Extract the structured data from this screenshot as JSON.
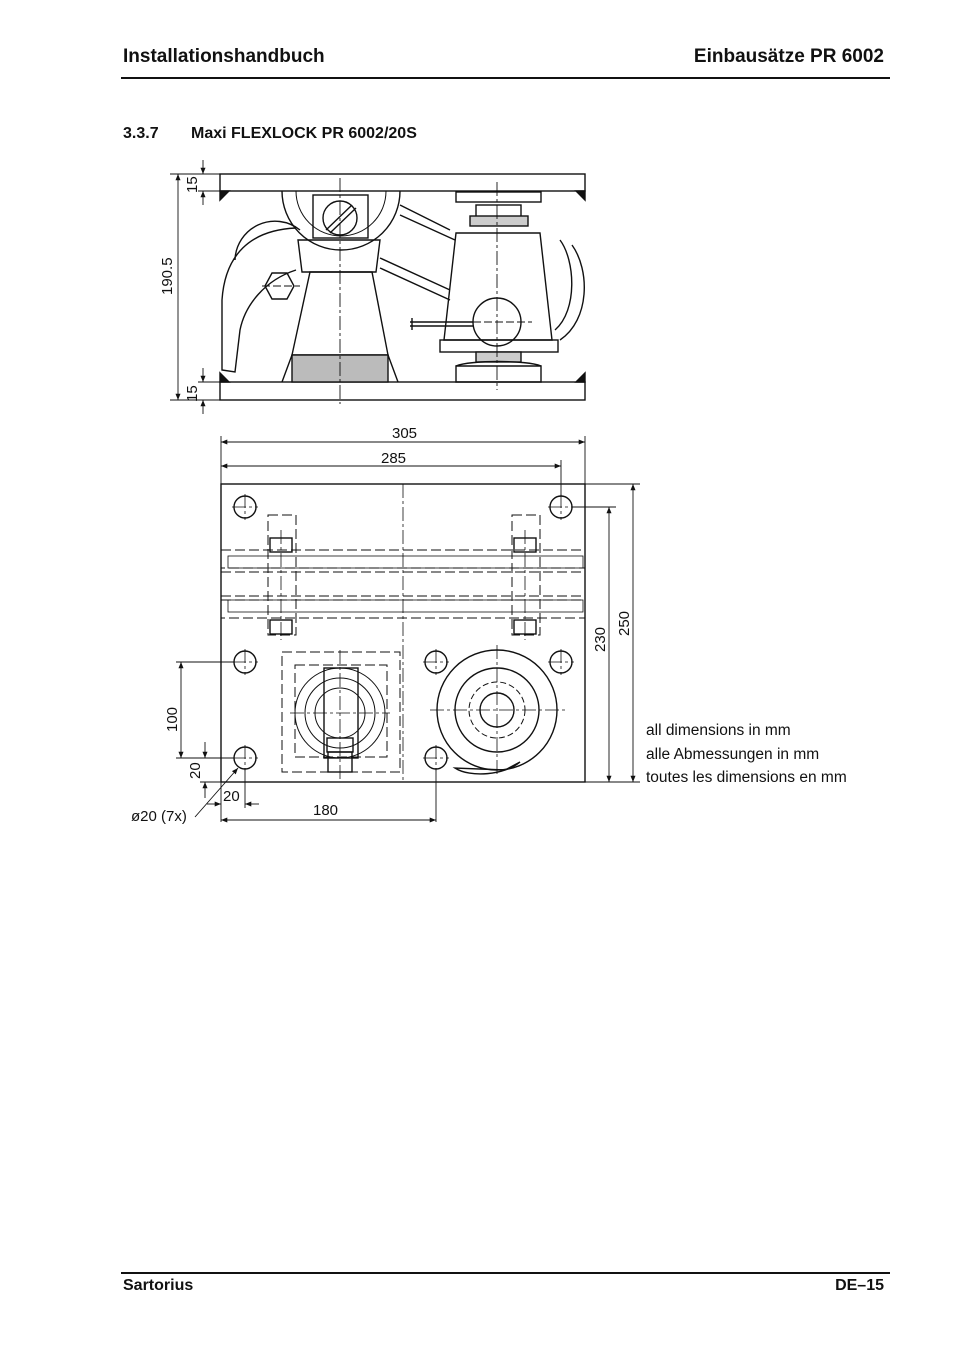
{
  "header": {
    "left": "Installationshandbuch",
    "right": "Einbausätze PR 6002"
  },
  "section": {
    "number": "3.3.7",
    "title": "Maxi FLEXLOCK PR 6002/20S"
  },
  "drawing": {
    "side_view": {
      "dim_top_plate": "15",
      "dim_height": "190.5",
      "dim_bottom_plate": "15"
    },
    "top_view": {
      "dim_width_outer": "305",
      "dim_width_holes": "285",
      "dim_depth_holes": "230",
      "dim_depth_outer": "250",
      "dim_hole_pitch": "100",
      "dim_edge_y": "20",
      "dim_edge_x": "20",
      "dim_center": "180",
      "hole_label": "ø20 (7x)"
    }
  },
  "notes": [
    "all dimensions in mm",
    "alle Abmessungen in mm",
    "toutes les dimensions en mm"
  ],
  "footer": {
    "left": "Sartorius",
    "right": "DE–15"
  }
}
